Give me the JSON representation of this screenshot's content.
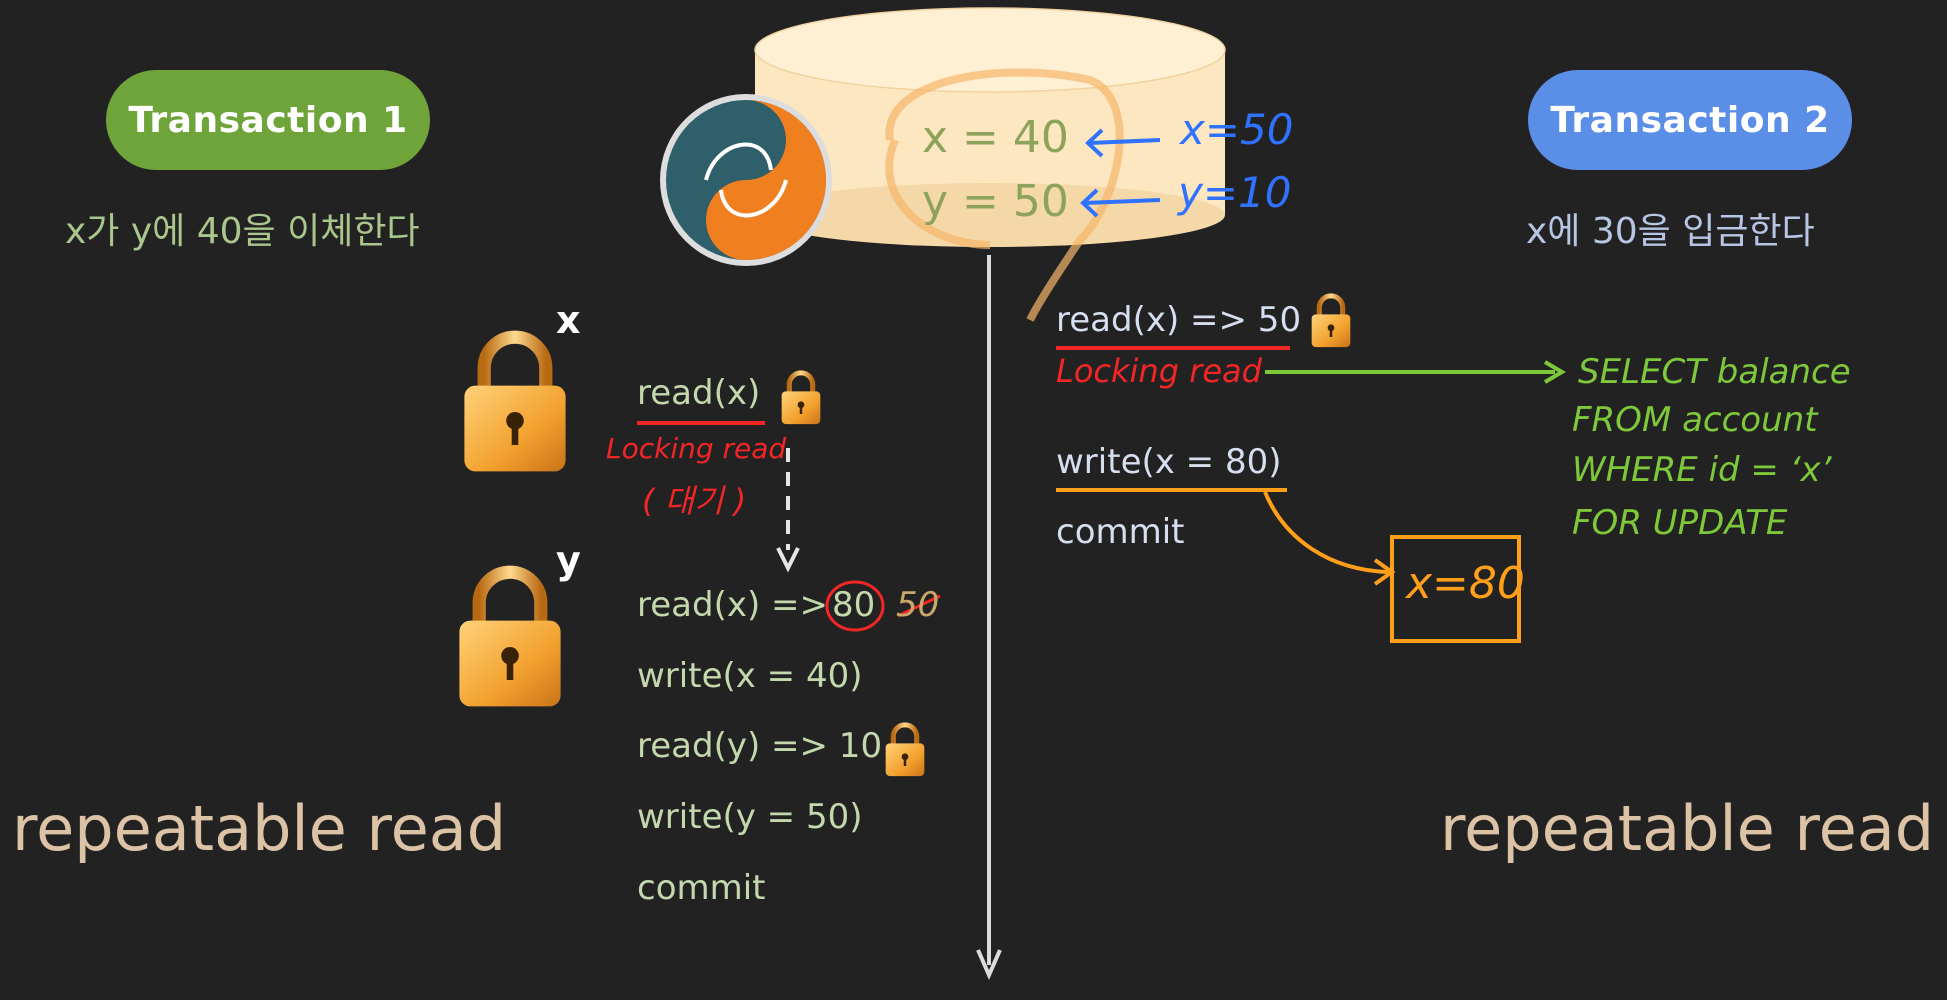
{
  "transaction1": {
    "label": "Transaction 1",
    "description": "x가 y에 40을 이체한다",
    "isolation": "repeatable read",
    "ops": {
      "read_x": "read(x)",
      "locking_note_1": "Locking read",
      "locking_note_2": "( 대기 )",
      "read_x_result": "read(x) =>",
      "new_value": "80",
      "old_value": "50",
      "write_x": "write(x = 40)",
      "read_y": "read(y) => 10",
      "write_y": "write(y = 50)",
      "commit": "commit"
    },
    "lock_labels": {
      "x": "x",
      "y": "y"
    }
  },
  "transaction2": {
    "label": "Transaction 2",
    "description": "x에 30을 입금한다",
    "isolation": "repeatable read",
    "ops": {
      "read_x": "read(x) => 50",
      "locking_note": "Locking read",
      "write_x": "write(x = 80)",
      "commit": "commit"
    },
    "sql": [
      "SELECT balance",
      "FROM account",
      "WHERE id = ‘x’",
      "FOR UPDATE"
    ],
    "result_box": "x=80"
  },
  "database": {
    "x_value": "x = 40",
    "y_value": "y = 50",
    "annotation_x": "x=50",
    "annotation_y": "y=10"
  },
  "colors": {
    "background": "#232223",
    "t1_accent": "#6fa43b",
    "t2_accent": "#5b8ee6",
    "annotation_red": "#f32626",
    "annotation_blue": "#2f72ff",
    "annotation_green": "#7ec93a",
    "annotation_orange": "#ff9f1a"
  },
  "icons": [
    "mysql-logo",
    "padlock-icon",
    "arrow-icon"
  ]
}
